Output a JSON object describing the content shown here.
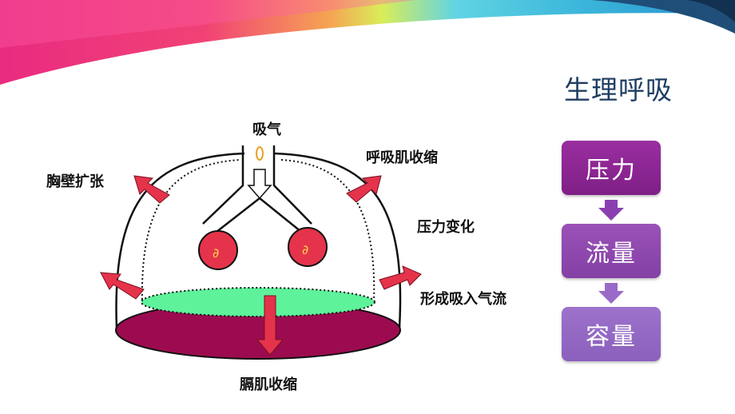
{
  "slide": {
    "title": "生理呼吸"
  },
  "diagram": {
    "labels": {
      "inhale": "吸气",
      "inspiratory_muscles": "呼吸肌收缩",
      "chest_wall": "胸壁扩张",
      "pressure_change": "压力变化",
      "airflow": "形成吸入气流",
      "diaphragm": "膈肌收缩"
    }
  },
  "flow": {
    "steps": [
      "压力",
      "流量",
      "容量"
    ],
    "colors": {
      "step1": "#8b2591",
      "step2": "#8f45ad",
      "step3": "#9466c2",
      "arrow": "#8a3fb0"
    }
  },
  "colors": {
    "lung_red": "#e5334b",
    "arrow_red": "#e5334b",
    "diaphragm_green": "#5ef29b",
    "floor_maroon": "#9c0b4f",
    "title_navy": "#1f3e62"
  }
}
